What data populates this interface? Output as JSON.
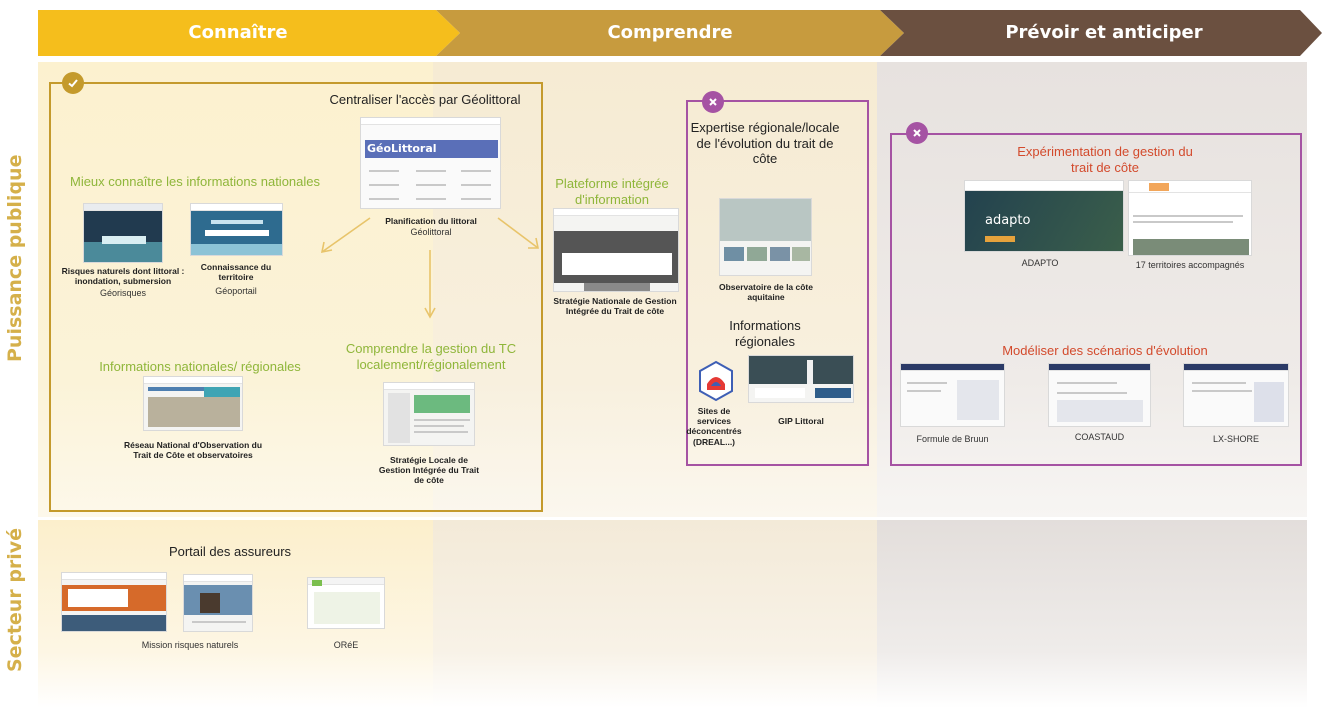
{
  "header": {
    "col1": "Connaître",
    "col2": "Comprendre",
    "col3": "Prévoir et anticiper"
  },
  "rows": {
    "public": "Puissance publique",
    "private": "Secteur privé"
  },
  "colors": {
    "col1": "#f5be1c",
    "col2": "#c79b3e",
    "col3": "#6b5040",
    "gold_border": "#c49a2c",
    "purple_border": "#a553a3",
    "green_text": "#8fb63a",
    "red_text": "#d34a2c"
  },
  "connaitre": {
    "centraliser": "Centraliser l'accès par Géolittoral",
    "geolittoral_logo": "GéoLittoral",
    "geolittoral_caption_bold": "Planification du littoral",
    "geolittoral_caption": "Géolittoral",
    "mieux": "Mieux connaître les informations nationales",
    "georisques_bold": "Risques naturels dont littoral : inondation, submersion",
    "georisques": "Géorisques",
    "geoportail_bold": "Connaissance du territoire",
    "geoportail": "Géoportail",
    "infos_nat_reg": "Informations nationales/ régionales",
    "reseau_bold": "Réseau National d'Observation du Trait de Côte et observatoires",
    "comprendre_gestion": "Comprendre la gestion du TC localement/régionalement",
    "strategie_locale_bold": "Stratégie Locale de Gestion Intégrée du Trait de côte"
  },
  "comprendre": {
    "plateforme": "Plateforme intégrée d'information",
    "strategie_nationale_bold": "Stratégie Nationale de Gestion Intégrée du Trait de côte",
    "expertise": "Expertise régionale/locale de l'évolution du trait de côte",
    "observatoire_bold": "Observatoire de la côte aquitaine",
    "infos_regionales": "Informations régionales",
    "sites_bold": "Sites de services déconcentrés (DREAL...)",
    "gip_bold": "GIP Littoral"
  },
  "prevoir": {
    "experimentation": "Expérimentation de gestion du trait de côte",
    "adapto_logo": "adapto",
    "adapto": "ADAPTO",
    "territoires": "17 territoires accompagnés",
    "modeliser": "Modéliser des scénarios d'évolution",
    "bruun": "Formule de Bruun",
    "coastaud": "COASTAUD",
    "lxshore": "LX-SHORE"
  },
  "prive": {
    "portail": "Portail des assureurs",
    "mission": "Mission risques naturels",
    "oree": "ORéE"
  }
}
